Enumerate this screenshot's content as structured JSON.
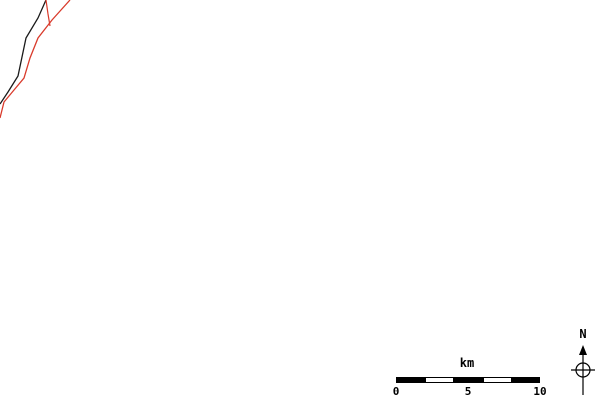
{
  "scale_bar": {
    "unit": "km",
    "ticks": [
      "0",
      "5",
      "10"
    ]
  },
  "north_arrow": {
    "label": "N"
  },
  "colors": {
    "road_primary": "#d93a2b",
    "road_secondary": "#1a1a1a",
    "background": "#ffffff"
  }
}
